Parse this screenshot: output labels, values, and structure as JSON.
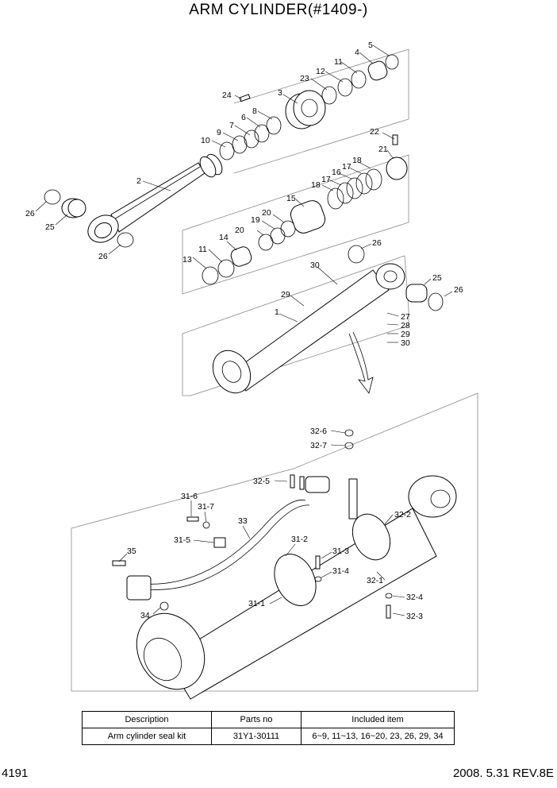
{
  "title": "ARM CYLINDER(#1409-)",
  "labels": {
    "l1": "1",
    "l2": "2",
    "l3": "3",
    "l4": "4",
    "l5": "5",
    "l6": "6",
    "l7": "7",
    "l8": "8",
    "l9": "9",
    "l10": "10",
    "l11a": "11",
    "l11b": "11",
    "l12": "12",
    "l13": "13",
    "l14": "14",
    "l15": "15",
    "l16": "16",
    "l17a": "17",
    "l17b": "17",
    "l18a": "18",
    "l18b": "18",
    "l19": "19",
    "l20a": "20",
    "l20b": "20",
    "l21": "21",
    "l22": "22",
    "l23": "23",
    "l24": "24",
    "l25a": "25",
    "l25b": "25",
    "l26a": "26",
    "l26b": "26",
    "l26c": "26",
    "l26d": "26",
    "l27": "27",
    "l28": "28",
    "l29a": "29",
    "l29b": "29",
    "l30a": "30",
    "l30b": "30",
    "l31_1": "31-1",
    "l31_2": "31-2",
    "l31_3": "31-3",
    "l31_4": "31-4",
    "l31_5": "31-5",
    "l31_6": "31-6",
    "l31_7": "31-7",
    "l32_1": "32-1",
    "l32_2": "32-2",
    "l32_3": "32-3",
    "l32_4": "32-4",
    "l32_5": "32-5",
    "l32_6": "32-6",
    "l32_7": "32-7",
    "l33": "33",
    "l34": "34",
    "l35": "35"
  },
  "table": {
    "headers": [
      "Description",
      "Parts no",
      "Included item"
    ],
    "rows": [
      [
        "Arm cylinder seal kit",
        "31Y1-30111",
        "6~9, 11~13, 16~20, 23, 26, 29, 34"
      ]
    ]
  },
  "footer": {
    "page": "4191",
    "date_rev": "2008. 5.31  REV.8E"
  }
}
